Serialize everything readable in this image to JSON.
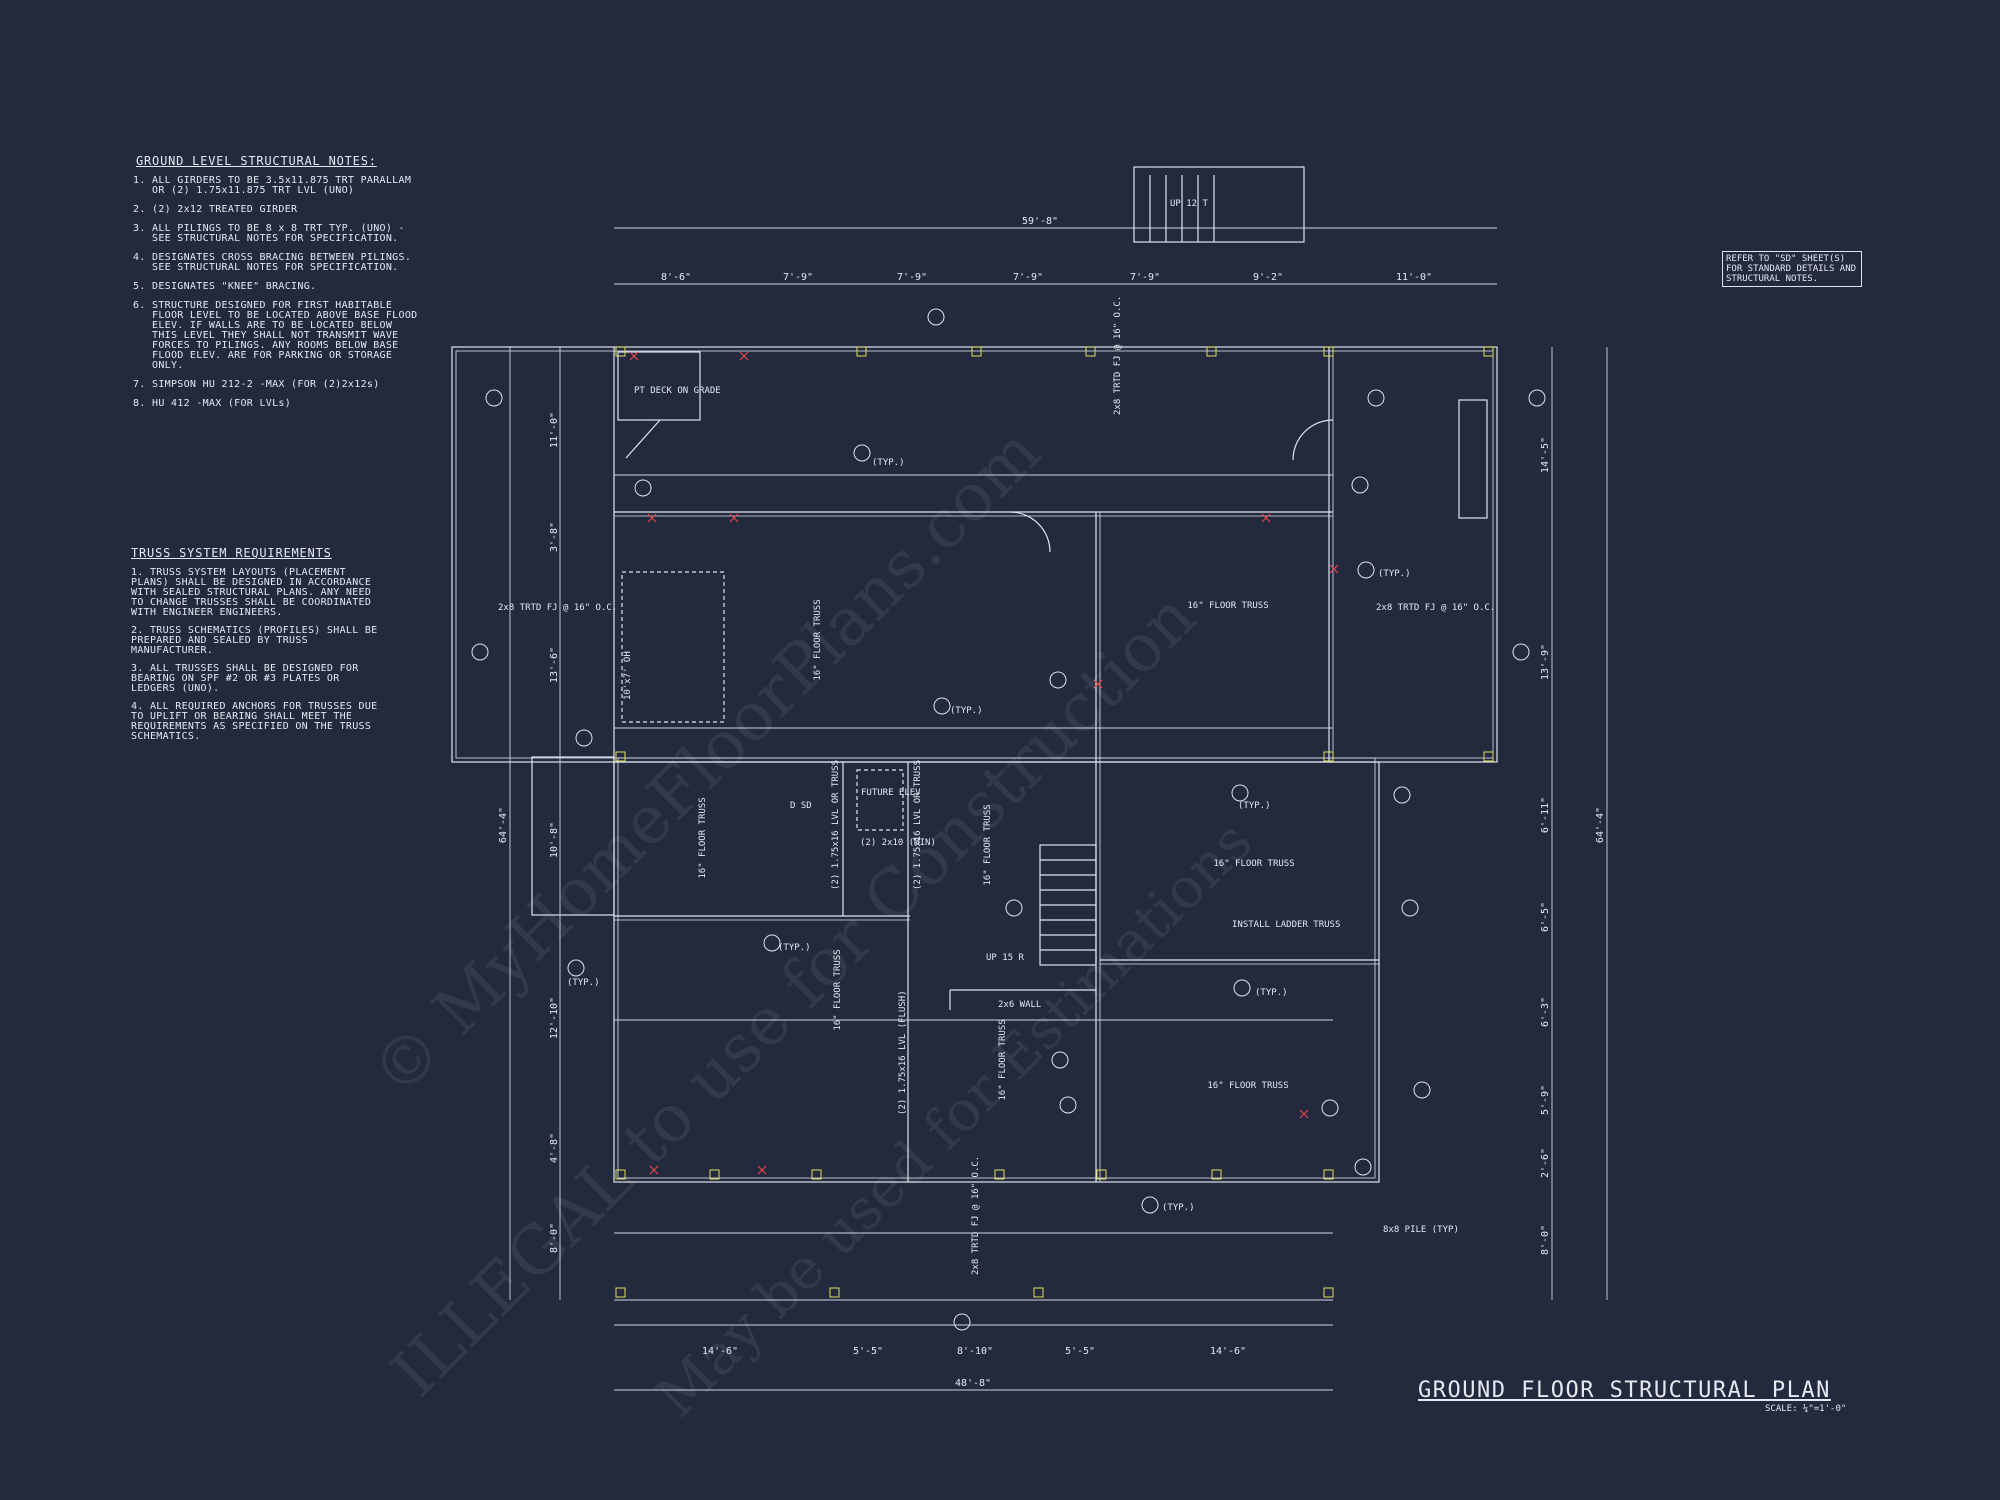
{
  "notes_ground": {
    "title": "GROUND LEVEL STRUCTURAL NOTES:",
    "items": [
      "ALL GIRDERS TO BE 3.5x11.875 TRT PARALLAM OR (2) 1.75x11.875 TRT LVL (UNO)",
      "(2) 2x12 TREATED GIRDER",
      "ALL PILINGS TO BE 8 x 8 TRT TYP. (UNO) - SEE STRUCTURAL NOTES FOR SPECIFICATION.",
      "DESIGNATES CROSS BRACING BETWEEN PILINGS. SEE STRUCTURAL NOTES FOR SPECIFICATION.",
      "DESIGNATES \"KNEE\" BRACING.",
      "STRUCTURE DESIGNED FOR FIRST HABITABLE FLOOR LEVEL TO BE LOCATED ABOVE BASE FLOOD ELEV. IF WALLS ARE TO BE LOCATED BELOW THIS LEVEL THEY SHALL NOT TRANSMIT WAVE FORCES TO PILINGS. ANY ROOMS BELOW BASE FLOOD ELEV. ARE FOR PARKING OR STORAGE ONLY.",
      "SIMPSON HU 212-2 -MAX (FOR (2)2x12s)",
      "HU 412 -MAX (FOR LVLs)"
    ]
  },
  "notes_truss": {
    "title": "TRUSS SYSTEM REQUIREMENTS",
    "items": [
      "1. TRUSS SYSTEM LAYOUTS (PLACEMENT PLANS) SHALL BE DESIGNED IN ACCORDANCE WITH SEALED STRUCTURAL PLANS. ANY NEED TO CHANGE TRUSSES SHALL BE COORDINATED WITH ENGINEER ENGINEERS.",
      "2. TRUSS SCHEMATICS (PROFILES) SHALL BE PREPARED AND SEALED BY TRUSS MANUFACTURER.",
      "3. ALL TRUSSES SHALL BE DESIGNED FOR BEARING ON SPF #2 OR #3 PLATES OR LEDGERS (UNO).",
      "4. ALL REQUIRED ANCHORS FOR TRUSSES DUE TO UPLIFT OR BEARING SHALL MEET THE REQUIREMENTS AS SPECIFIED ON THE TRUSS SCHEMATICS."
    ]
  },
  "ref_note": "REFER TO \"SD\" SHEET(S) FOR STANDARD DETAILS AND STRUCTURAL NOTES.",
  "title": "GROUND FLOOR STRUCTURAL PLAN",
  "scale": "SCALE: ¼\"=1'-0\"",
  "dims": {
    "top_overall": "59'-8\"",
    "top_segments": [
      "8'-6\"",
      "7'-9\"",
      "7'-9\"",
      "7'-9\"",
      "7'-9\"",
      "9'-2\"",
      "11'-0\""
    ],
    "bottom_overall": "48'-8\"",
    "bottom_segments": [
      "14'-6\"",
      "5'-5\"",
      "8'-10\"",
      "5'-5\"",
      "14'-6\""
    ],
    "left_overall": "64'-4\"",
    "right_overall": "64'-4\"",
    "right_segments": [
      "14'-5\"",
      "13'-9\"",
      "6'-11\"",
      "6'-5\"",
      "6'-3\"",
      "5'-9\"",
      "2'-6\"",
      "8'-0\""
    ],
    "left_segments": [
      "11'-0\"",
      "3'-8\"",
      "13'-6\"",
      "10'-8\"",
      "12'-10\"",
      "4'-8\"",
      "8'-0\""
    ]
  },
  "labels": {
    "deck": "PT DECK ON GRADE",
    "joist_left": "2x8 TRTD FJ @ 16\" O.C.",
    "joist_top": "2x8 TRTD FJ @ 16\" O.C.",
    "joist_right": "2x8 TRTD FJ @ 16\" O.C.",
    "joist_bottom": "2x8 TRTD FJ @ 16\" O.C.",
    "truss_16": "16\" FLOOR TRUSS",
    "future_elev": "FUTURE ELEV",
    "ladder_truss": "INSTALL LADDER TRUSS",
    "up_stairs": "UP 15 R",
    "stair_top": "UP 12 T",
    "wall_2x6": "2x6 WALL",
    "pile": "8x8 PILE (TYP)",
    "oh": "10'x7' OH",
    "lvl_flush": "(2) 1.75x16 LVL (FLUSH)",
    "lvl_or_truss": "(2) 1.75x16 LVL OR TRUSS",
    "lvl_2x10": "(2) 2x10 (MIN)",
    "typ": "(TYP.)",
    "ds": "D SD"
  },
  "watermark": [
    "© MyHomeFloorPlans.com",
    "ILLEGAL to use for Construction",
    "May be used for Estimations"
  ]
}
